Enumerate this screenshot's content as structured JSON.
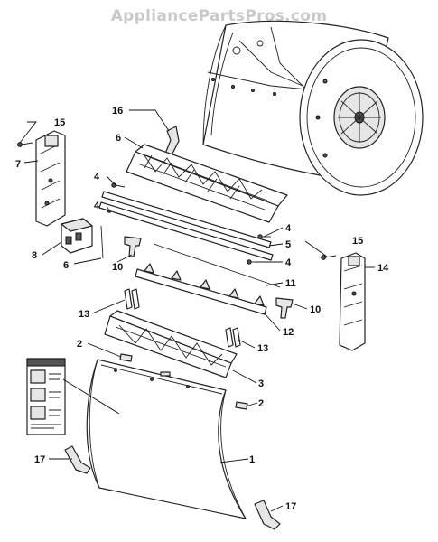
{
  "watermark": "AppliancePartsPros.com",
  "callouts": [
    {
      "id": "c1",
      "label": "1"
    },
    {
      "id": "c2a",
      "label": "2"
    },
    {
      "id": "c2b",
      "label": "2"
    },
    {
      "id": "c3",
      "label": "3"
    },
    {
      "id": "c4a",
      "label": "4"
    },
    {
      "id": "c4b",
      "label": "4"
    },
    {
      "id": "c4c",
      "label": "4"
    },
    {
      "id": "c4d",
      "label": "4"
    },
    {
      "id": "c5",
      "label": "5"
    },
    {
      "id": "c6a",
      "label": "6"
    },
    {
      "id": "c6b",
      "label": "6"
    },
    {
      "id": "c7",
      "label": "7"
    },
    {
      "id": "c8",
      "label": "8"
    },
    {
      "id": "c10a",
      "label": "10"
    },
    {
      "id": "c10b",
      "label": "10"
    },
    {
      "id": "c11",
      "label": "11"
    },
    {
      "id": "c12",
      "label": "12"
    },
    {
      "id": "c13a",
      "label": "13"
    },
    {
      "id": "c13b",
      "label": "13"
    },
    {
      "id": "c14",
      "label": "14"
    },
    {
      "id": "c15a",
      "label": "15"
    },
    {
      "id": "c15b",
      "label": "15"
    },
    {
      "id": "c16",
      "label": "16"
    },
    {
      "id": "c17a",
      "label": "17"
    },
    {
      "id": "c17b",
      "label": "17"
    }
  ]
}
